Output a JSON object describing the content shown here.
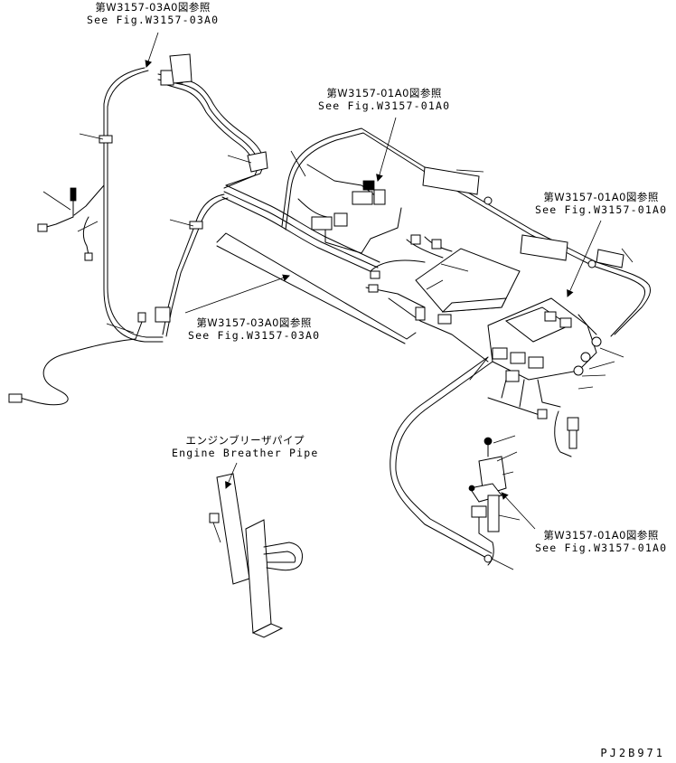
{
  "references": {
    "top": {
      "jp": "第W3157-03A0図参照",
      "en": "See Fig.W3157-03A0"
    },
    "mid_upper": {
      "jp": "第W3157-01A0図参照",
      "en": "See Fig.W3157-01A0"
    },
    "right_upper": {
      "jp": "第W3157-01A0図参照",
      "en": "See Fig.W3157-01A0"
    },
    "mid_lower": {
      "jp": "第W3157-03A0図参照",
      "en": "See Fig.W3157-03A0"
    },
    "right_lower": {
      "jp": "第W3157-01A0図参照",
      "en": "See Fig.W3157-01A0"
    }
  },
  "breather_pipe": {
    "jp": "エンジンブリーザパイプ",
    "en": "Engine Breather Pipe"
  },
  "drawing_code": "PJ2B971"
}
